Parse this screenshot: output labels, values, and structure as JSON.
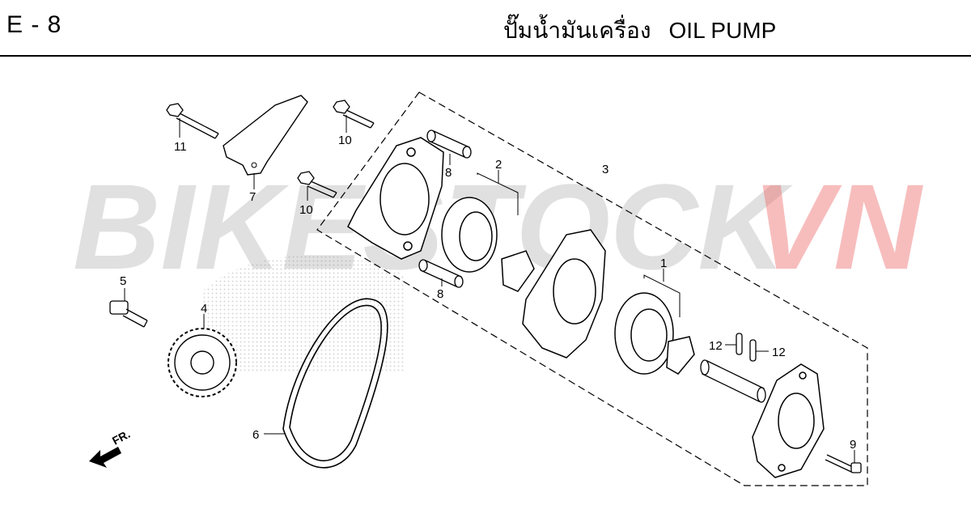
{
  "header": {
    "section_code": "E - 8",
    "title_thai": "ปั๊มน้ำมันเครื่อง",
    "title_en": "OIL PUMP"
  },
  "watermark": {
    "left": "BIKESTOCK",
    "right": "VN",
    "left_color": "#c8c8c8",
    "right_color": "#ef6f6f"
  },
  "parts": {
    "p1": "1",
    "p2": "2",
    "p3": "3",
    "p4": "4",
    "p5": "5",
    "p6": "6",
    "p7": "7",
    "p8a": "8",
    "p8b": "8",
    "p9": "9",
    "p10a": "10",
    "p10b": "10",
    "p11": "11",
    "p12a": "12",
    "p12b": "12"
  },
  "direction": {
    "label": "FR."
  }
}
